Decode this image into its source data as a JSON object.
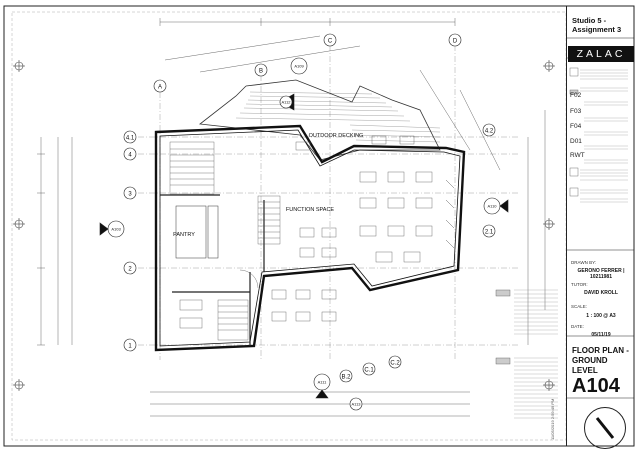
{
  "title_block": {
    "course": "Studio 5 - Assignment 3",
    "logo": "ZALAC",
    "drawn_by_label": "DRAWN BY:",
    "drawn_by": "GERONO FERRER | 10211981",
    "tutor_label": "TUTOR:",
    "tutor": "DAVID KROLL",
    "scale_label": "SCALE:",
    "scale": "1 : 100 @ A3",
    "date_label": "DATE:",
    "date": "05/11/19",
    "sheet_title": "FLOOR PLAN - GROUND LEVEL",
    "sheet_number": "A104",
    "timestamp": "11/05/2019 2:59:49 PM"
  },
  "legend": [
    {
      "code": "F02"
    },
    {
      "code": "F03"
    },
    {
      "code": "F04"
    },
    {
      "code": "D01"
    },
    {
      "code": "RWT"
    }
  ],
  "grid": {
    "rows": [
      "4.1",
      "4",
      "3",
      "2",
      "1"
    ],
    "cols": [
      "A",
      "B",
      "C",
      "D",
      "4.2",
      "2.1",
      "C.2",
      "C.1",
      "B.2"
    ]
  },
  "rooms": {
    "decking": "OUTDOOR DECKING",
    "function": "FUNCTION SPACE",
    "pantry": "PANTRY"
  },
  "tags": {
    "a109": "A109",
    "a112": "A112",
    "a110": "A110",
    "a103": "A103",
    "a111": "A111",
    "a113": "A113"
  }
}
